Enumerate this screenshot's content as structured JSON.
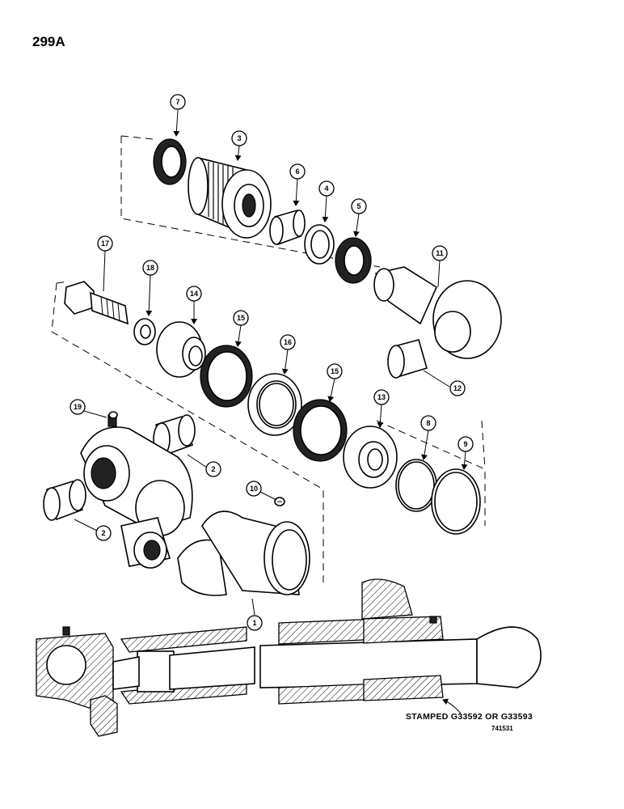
{
  "page_number": "299A",
  "stamp_note": "STAMPED G33592 OR G33593",
  "drawing_number": "741531",
  "callouts": [
    "7",
    "3",
    "6",
    "4",
    "5",
    "11",
    "17",
    "18",
    "14",
    "15",
    "16",
    "15",
    "13",
    "12",
    "8",
    "9",
    "19",
    "2",
    "10",
    "2",
    "1"
  ]
}
